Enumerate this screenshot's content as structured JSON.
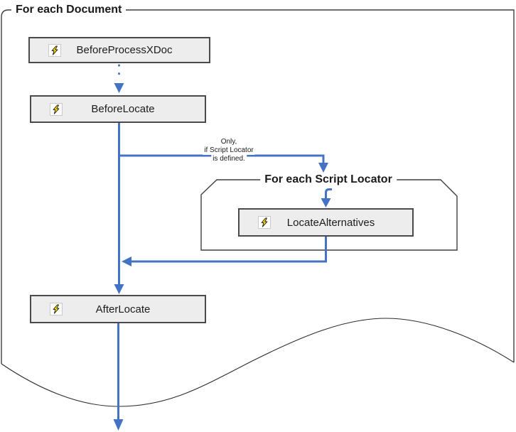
{
  "diagram": {
    "outer_group": {
      "title": "For each Document"
    },
    "inner_group": {
      "title": "For each Script Locator"
    },
    "nodes": {
      "before_process_xdoc": {
        "label": "BeforeProcessXDoc",
        "icon": "lightning-event-icon"
      },
      "before_locate": {
        "label": "BeforeLocate",
        "icon": "lightning-event-icon"
      },
      "locate_alternatives": {
        "label": "LocateAlternatives",
        "icon": "lightning-event-icon"
      },
      "after_locate": {
        "label": "AfterLocate",
        "icon": "lightning-event-icon"
      }
    },
    "condition_note": {
      "line1": "Only,",
      "line2": "if Script Locator",
      "line3": "is defined."
    },
    "colors": {
      "connector_blue": "#4472c4",
      "box_fill": "#ededed",
      "box_border": "#4a4a4a",
      "group_border": "#3f3f3f",
      "bolt_yellow": "#ffe200",
      "bolt_outline": "#111111"
    }
  }
}
